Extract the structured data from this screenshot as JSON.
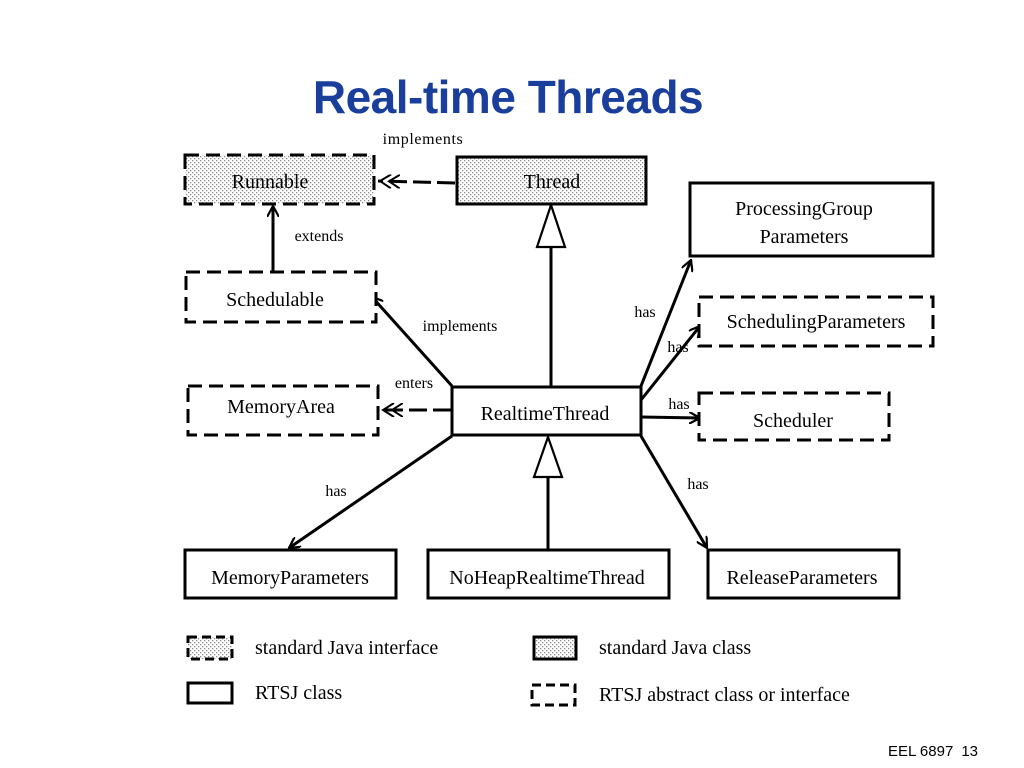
{
  "slide": {
    "title": "Real-time Threads",
    "course": "EEL 6897",
    "page_number": "13"
  },
  "diagram": {
    "nodes": {
      "runnable": {
        "label": "Runnable",
        "kind": "standard Java interface"
      },
      "thread": {
        "label": "Thread",
        "kind": "standard Java class"
      },
      "schedulable": {
        "label": "Schedulable",
        "kind": "RTSJ abstract class or interface"
      },
      "memory_area": {
        "label": "MemoryArea",
        "kind": "RTSJ abstract class or interface"
      },
      "realtime_thread": {
        "label": "RealtimeThread",
        "kind": "RTSJ class"
      },
      "processing_group_parameters": {
        "label_line1": "ProcessingGroup",
        "label_line2": "Parameters",
        "kind": "RTSJ class"
      },
      "scheduling_parameters": {
        "label": "SchedulingParameters",
        "kind": "RTSJ abstract class or interface"
      },
      "scheduler": {
        "label": "Scheduler",
        "kind": "RTSJ abstract class or interface"
      },
      "memory_parameters": {
        "label": "MemoryParameters",
        "kind": "RTSJ class"
      },
      "noheap_realtime_thread": {
        "label": "NoHeapRealtimeThread",
        "kind": "RTSJ class"
      },
      "release_parameters": {
        "label": "ReleaseParameters",
        "kind": "RTSJ class"
      }
    },
    "edges": [
      {
        "from": "Thread",
        "to": "Runnable",
        "label": "implements"
      },
      {
        "from": "Schedulable",
        "to": "Runnable",
        "label": "extends"
      },
      {
        "from": "RealtimeThread",
        "to": "Thread",
        "label": ""
      },
      {
        "from": "RealtimeThread",
        "to": "Schedulable",
        "label": "implements"
      },
      {
        "from": "RealtimeThread",
        "to": "MemoryArea",
        "label": "enters"
      },
      {
        "from": "RealtimeThread",
        "to": "ProcessingGroupParameters",
        "label": "has"
      },
      {
        "from": "RealtimeThread",
        "to": "SchedulingParameters",
        "label": "has"
      },
      {
        "from": "RealtimeThread",
        "to": "Scheduler",
        "label": "has"
      },
      {
        "from": "RealtimeThread",
        "to": "MemoryParameters",
        "label": "has"
      },
      {
        "from": "RealtimeThread",
        "to": "ReleaseParameters",
        "label": "has"
      },
      {
        "from": "NoHeapRealtimeThread",
        "to": "RealtimeThread",
        "label": ""
      }
    ],
    "edge_labels": {
      "thread_runnable": "implements",
      "schedulable_runnable": "extends",
      "rt_schedulable": "implements",
      "rt_memoryarea": "enters",
      "rt_pgp": "has",
      "rt_sched_params": "has",
      "rt_scheduler": "has",
      "rt_memparams": "has",
      "rt_release": "has"
    }
  },
  "legend": {
    "items": [
      {
        "label": "standard Java interface"
      },
      {
        "label": "standard Java class"
      },
      {
        "label": "RTSJ class"
      },
      {
        "label": "RTSJ abstract class or interface"
      }
    ]
  },
  "colors": {
    "title": "#1a3e9b",
    "stroke": "#000000",
    "standard_fill": "#dcdcdc"
  }
}
